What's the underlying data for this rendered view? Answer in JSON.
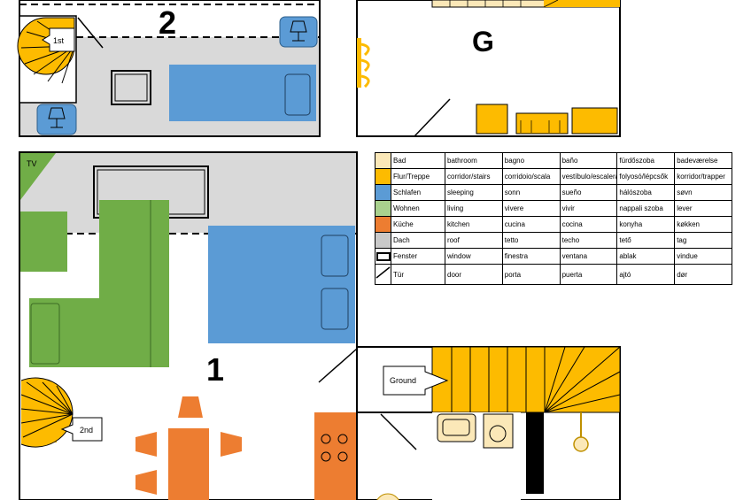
{
  "floors": {
    "upper": {
      "number": "2",
      "stair_label": "1st"
    },
    "ground": {
      "letter": "G"
    },
    "first": {
      "number": "1",
      "tv_label": "TV",
      "stair_label": "2nd",
      "ground_label": "Ground"
    }
  },
  "colors": {
    "bad": "#fbe8b8",
    "flur": "#fdbb00",
    "schlafen": "#5b9bd5",
    "wohnen": "#70ad47",
    "kueche": "#ed7d31",
    "dach": "#d9d9d9"
  },
  "legend": {
    "rows": [
      {
        "key": "bad",
        "swatch": "#fbe8b8",
        "cells": [
          "Bad",
          "bathroom",
          "bagno",
          "baño",
          "fürdőszoba",
          "badeværelse"
        ]
      },
      {
        "key": "flur",
        "swatch": "#fdbb00",
        "cells": [
          "Flur/Treppe",
          "corridor/stairs",
          "corridoio/scala",
          "vestíbulo/escalera",
          "folyosó/lépcsők",
          "korridor/trapper"
        ]
      },
      {
        "key": "schlafen",
        "swatch": "#5b9bd5",
        "cells": [
          "Schlafen",
          "sleeping",
          "sonn",
          "sueño",
          "hálószoba",
          "søvn"
        ]
      },
      {
        "key": "wohnen",
        "swatch": "#a9d18e",
        "cells": [
          "Wohnen",
          "living",
          "vivere",
          "vivir",
          "nappali szoba",
          "lever"
        ]
      },
      {
        "key": "kueche",
        "swatch": "#ed7d31",
        "cells": [
          "Küche",
          "kitchen",
          "cucina",
          "cocina",
          "konyha",
          "køkken"
        ]
      },
      {
        "key": "dach",
        "swatch": "#c9c9c9",
        "cells": [
          "Dach",
          "roof",
          "tetto",
          "techo",
          "tető",
          "tag"
        ]
      },
      {
        "key": "fenster",
        "swatch": "window",
        "cells": [
          "Fenster",
          "window",
          "finestra",
          "ventana",
          "ablak",
          "vindue"
        ]
      },
      {
        "key": "tuer",
        "swatch": "door",
        "cells": [
          "Tür",
          "door",
          "porta",
          "puerta",
          "ajtó",
          "dør"
        ]
      }
    ]
  }
}
